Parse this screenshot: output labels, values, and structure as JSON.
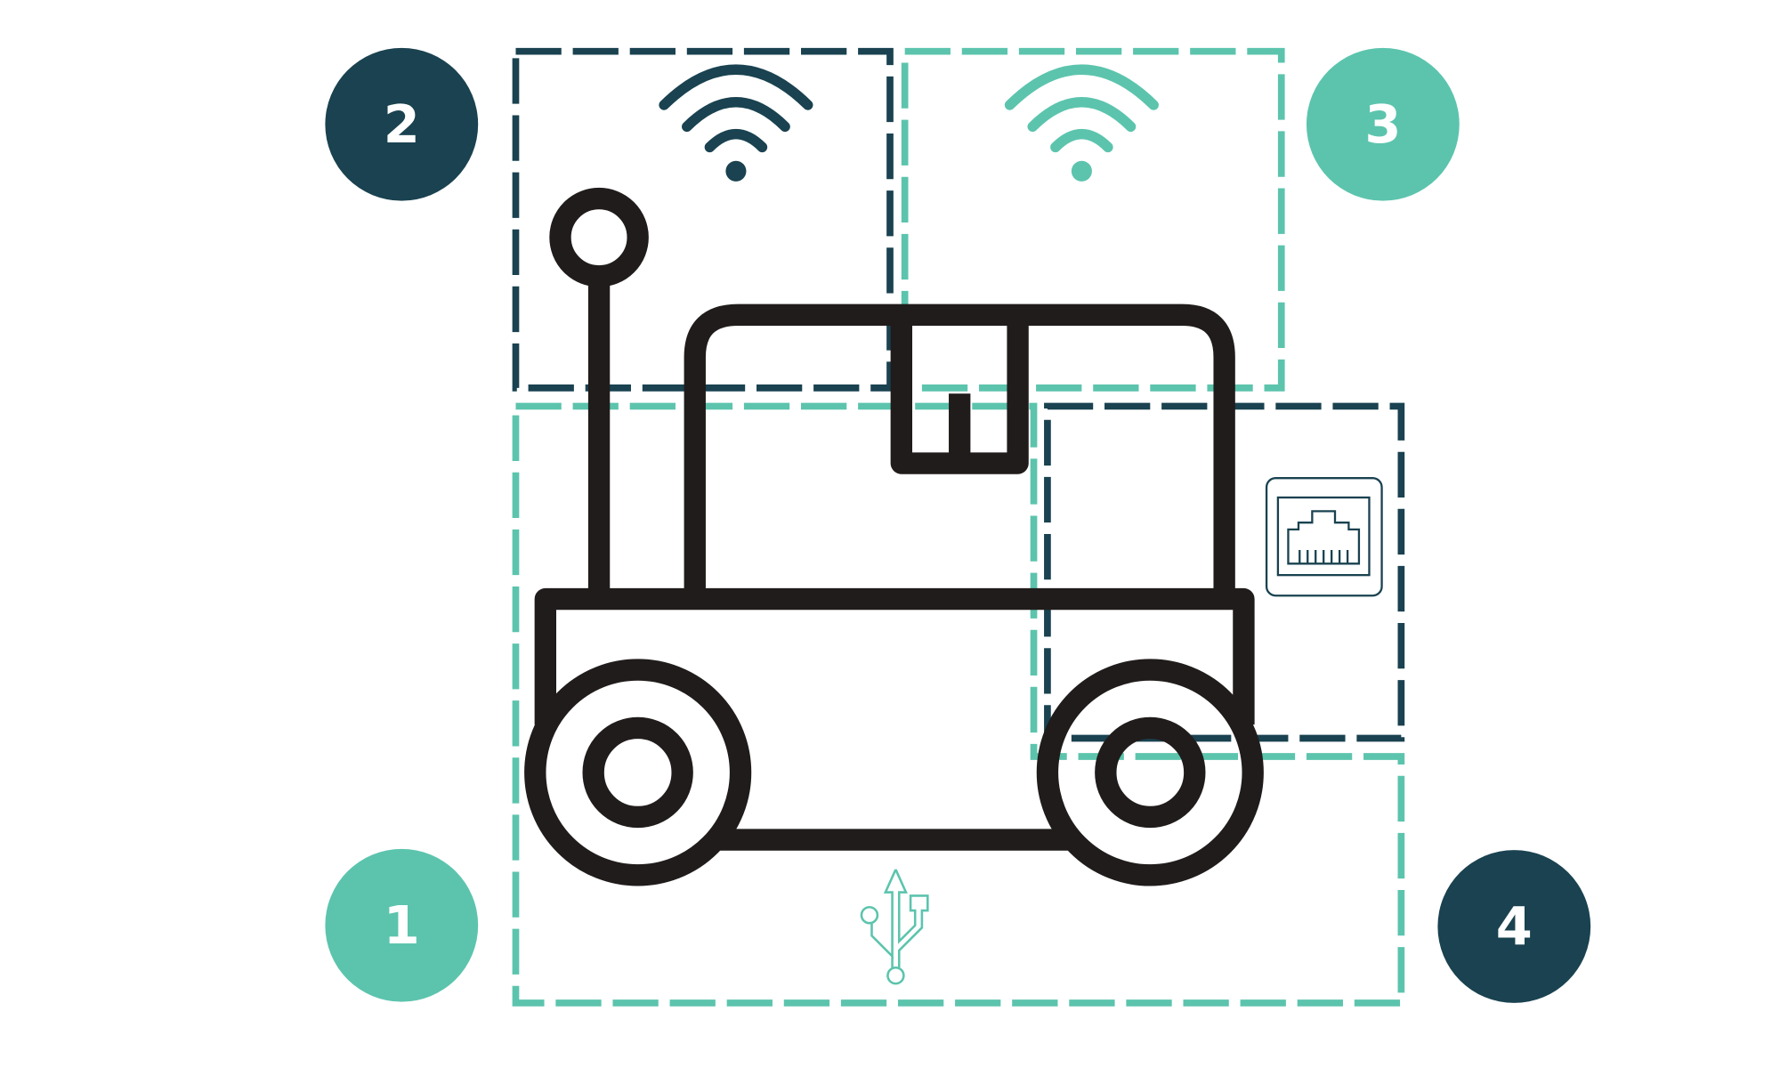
{
  "colors": {
    "dark": "#1a4250",
    "mint": "#5cc4ad",
    "robot": "#201c1b"
  },
  "badges": [
    {
      "label": "1",
      "color": "mint"
    },
    {
      "label": "2",
      "color": "dark"
    },
    {
      "label": "3",
      "color": "mint"
    },
    {
      "label": "4",
      "color": "dark"
    }
  ],
  "icons": [
    "wifi-icon",
    "wifi-icon",
    "ethernet-port-icon",
    "usb-icon",
    "robot-icon"
  ]
}
